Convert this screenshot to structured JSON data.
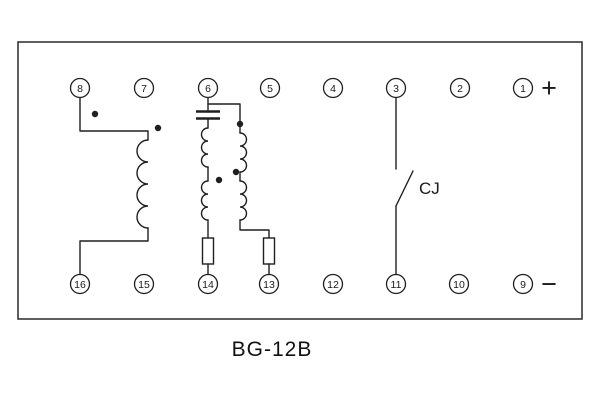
{
  "title": "BG-12B",
  "colors": {
    "line": "#1f1f1f",
    "background": "#ffffff"
  },
  "labels": {
    "switch": "CJ",
    "plus": "+",
    "minus": "−"
  },
  "terminals_top": [
    "8",
    "7",
    "6",
    "5",
    "4",
    "3",
    "2",
    "1"
  ],
  "terminals_bottom": [
    "16",
    "15",
    "14",
    "13",
    "12",
    "11",
    "10",
    "9"
  ]
}
